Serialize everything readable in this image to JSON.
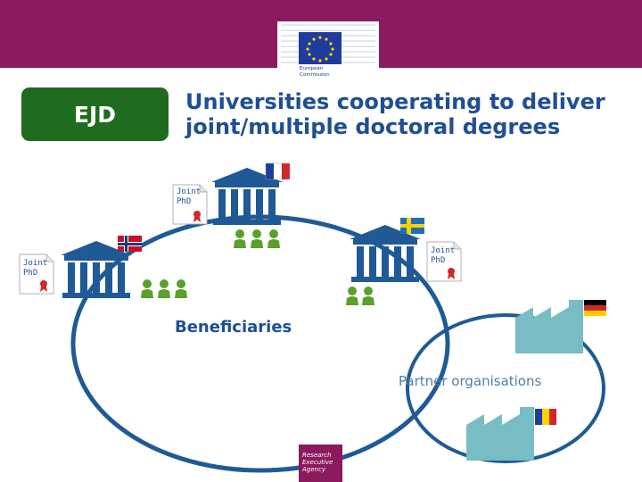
{
  "header": {
    "logo_line1": "European",
    "logo_line2": "Commission"
  },
  "ejd_label": "EJD",
  "title_line1": "Universities cooperating to deliver",
  "title_line2": "joint/multiple doctoral degrees",
  "doc_label_line1": "Joint",
  "doc_label_line2": "PhD",
  "beneficiaries_label": "Beneficiaries",
  "partners_label": "Partner organisations",
  "footer": {
    "line1": "Research",
    "line2": "Executive",
    "line3": "Agency"
  },
  "colors": {
    "header": "#8c1a5e",
    "ejd_box": "#1f6b1f",
    "building": "#1f5a96",
    "people": "#5aa02c",
    "factory": "#78bcc4",
    "circle": "#1f5a96"
  }
}
